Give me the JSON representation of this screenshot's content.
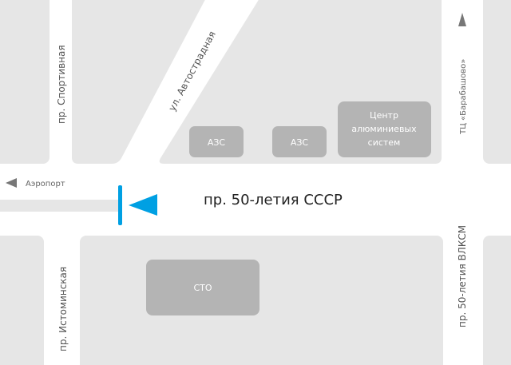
{
  "streets": {
    "main": "пр. 50-летия СССР",
    "sportivnaya": "пр. Спортивная",
    "avtostradnaya": "ул. Автострадная",
    "istominskaya": "пр. Истоминская",
    "vlksm": "пр. 50-летия ВЛКСМ"
  },
  "directions": {
    "airport": "Аэропорт",
    "mall": "ТЦ «Барабашово»"
  },
  "buildings": {
    "azs1": "АЗС",
    "azs2": "АЗС",
    "center_line1": "Центр",
    "center_line2": "алюминиевых",
    "center_line3": "систем",
    "sto": "СТО"
  },
  "colors": {
    "block": "#e6e6e6",
    "building": "#b4b4b4",
    "marker": "#00a0e3"
  }
}
